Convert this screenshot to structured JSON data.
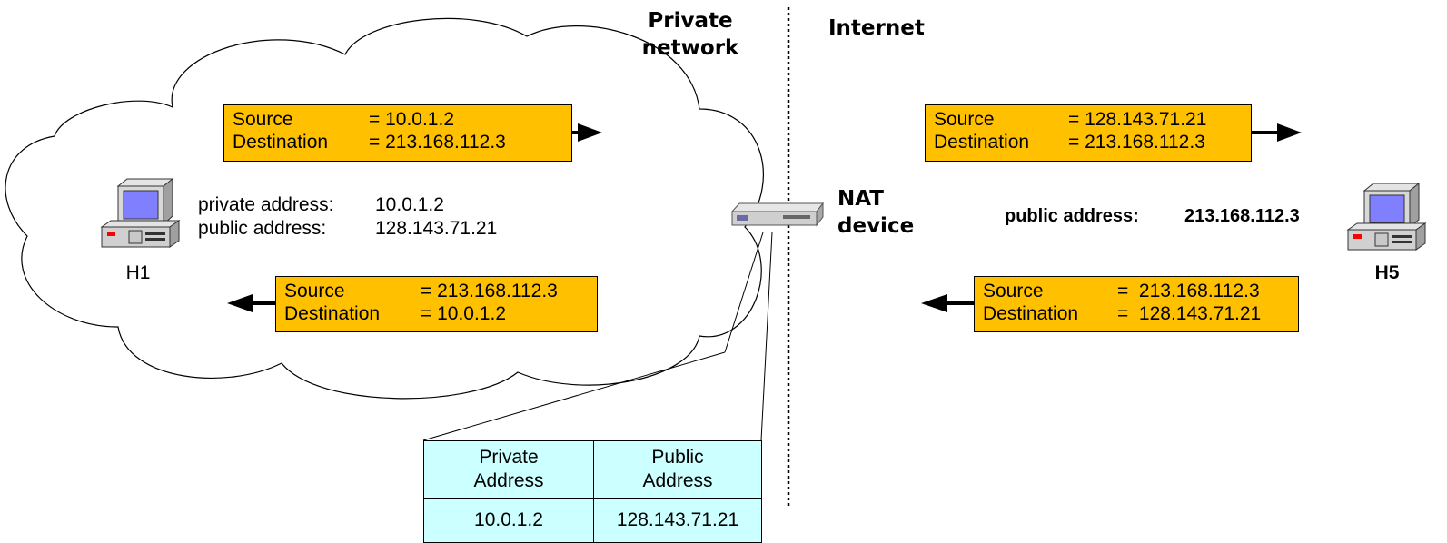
{
  "headers": {
    "private_network": "Private\nnetwork",
    "internet": "Internet"
  },
  "nat_device": {
    "label_line1": "NAT",
    "label_line2": "device"
  },
  "h1": {
    "name": "H1",
    "private_address_label": "private address:",
    "private_address_value": "10.0.1.2",
    "public_address_label": "public address:",
    "public_address_value": "128.143.71.21"
  },
  "h5": {
    "name": "H5",
    "public_address_label": "public address:",
    "public_address_value": "213.168.112.3"
  },
  "packets": {
    "private_outgoing": {
      "source_label": "Source",
      "source_value": "= 10.0.1.2",
      "dest_label": "Destination",
      "dest_value": "= 213.168.112.3"
    },
    "private_incoming": {
      "source_label": "Source",
      "source_value": "= 213.168.112.3",
      "dest_label": "Destination",
      "dest_value": "= 10.0.1.2"
    },
    "internet_outgoing": {
      "source_label": "Source",
      "source_value": "= 128.143.71.21",
      "dest_label": "Destination",
      "dest_value": "= 213.168.112.3"
    },
    "internet_incoming": {
      "source_label": "Source",
      "source_value": "=  213.168.112.3",
      "dest_label": "Destination",
      "dest_value": "=  128.143.71.21"
    }
  },
  "nat_table": {
    "header_private": "Private\nAddress",
    "header_public": "Public\nAddress",
    "rows": [
      {
        "private": "10.0.1.2",
        "public": "128.143.71.21"
      }
    ]
  },
  "colors": {
    "packet_fill": "#ffc000",
    "table_fill": "#ccffff",
    "screen": "#8080ff"
  }
}
